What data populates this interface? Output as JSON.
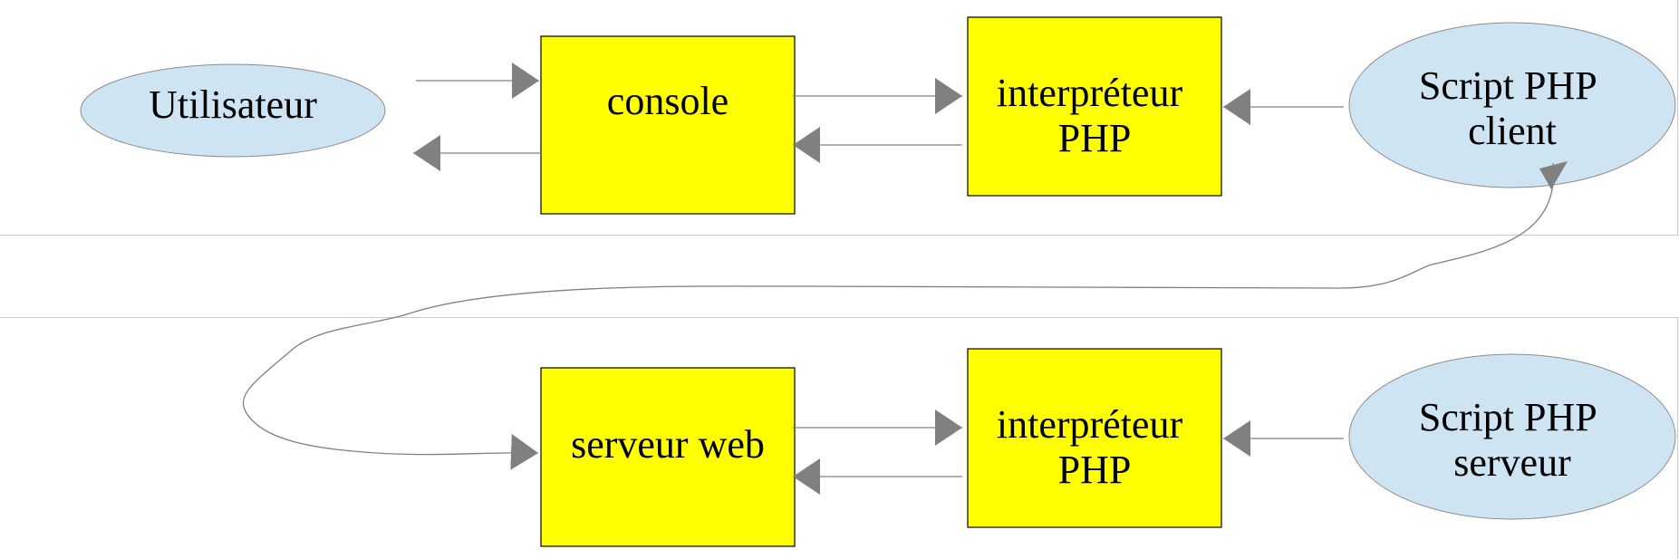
{
  "diagram": {
    "colors": {
      "box_fill": "#ffff00",
      "ellipse_fill": "#cfe4f3",
      "arrow": "#808080",
      "panel_border": "#c8c8c8"
    },
    "top_row": {
      "user": {
        "label": "Utilisateur"
      },
      "console": {
        "label": "console"
      },
      "interpreter": {
        "line1": "interpréteur",
        "line2": "PHP"
      },
      "script": {
        "line1": "Script PHP",
        "line2": "client"
      }
    },
    "bottom_row": {
      "web_server": {
        "label": "serveur web"
      },
      "interpreter": {
        "line1": "interpréteur",
        "line2": "PHP"
      },
      "script": {
        "line1": "Script PHP",
        "line2": "serveur"
      }
    }
  }
}
